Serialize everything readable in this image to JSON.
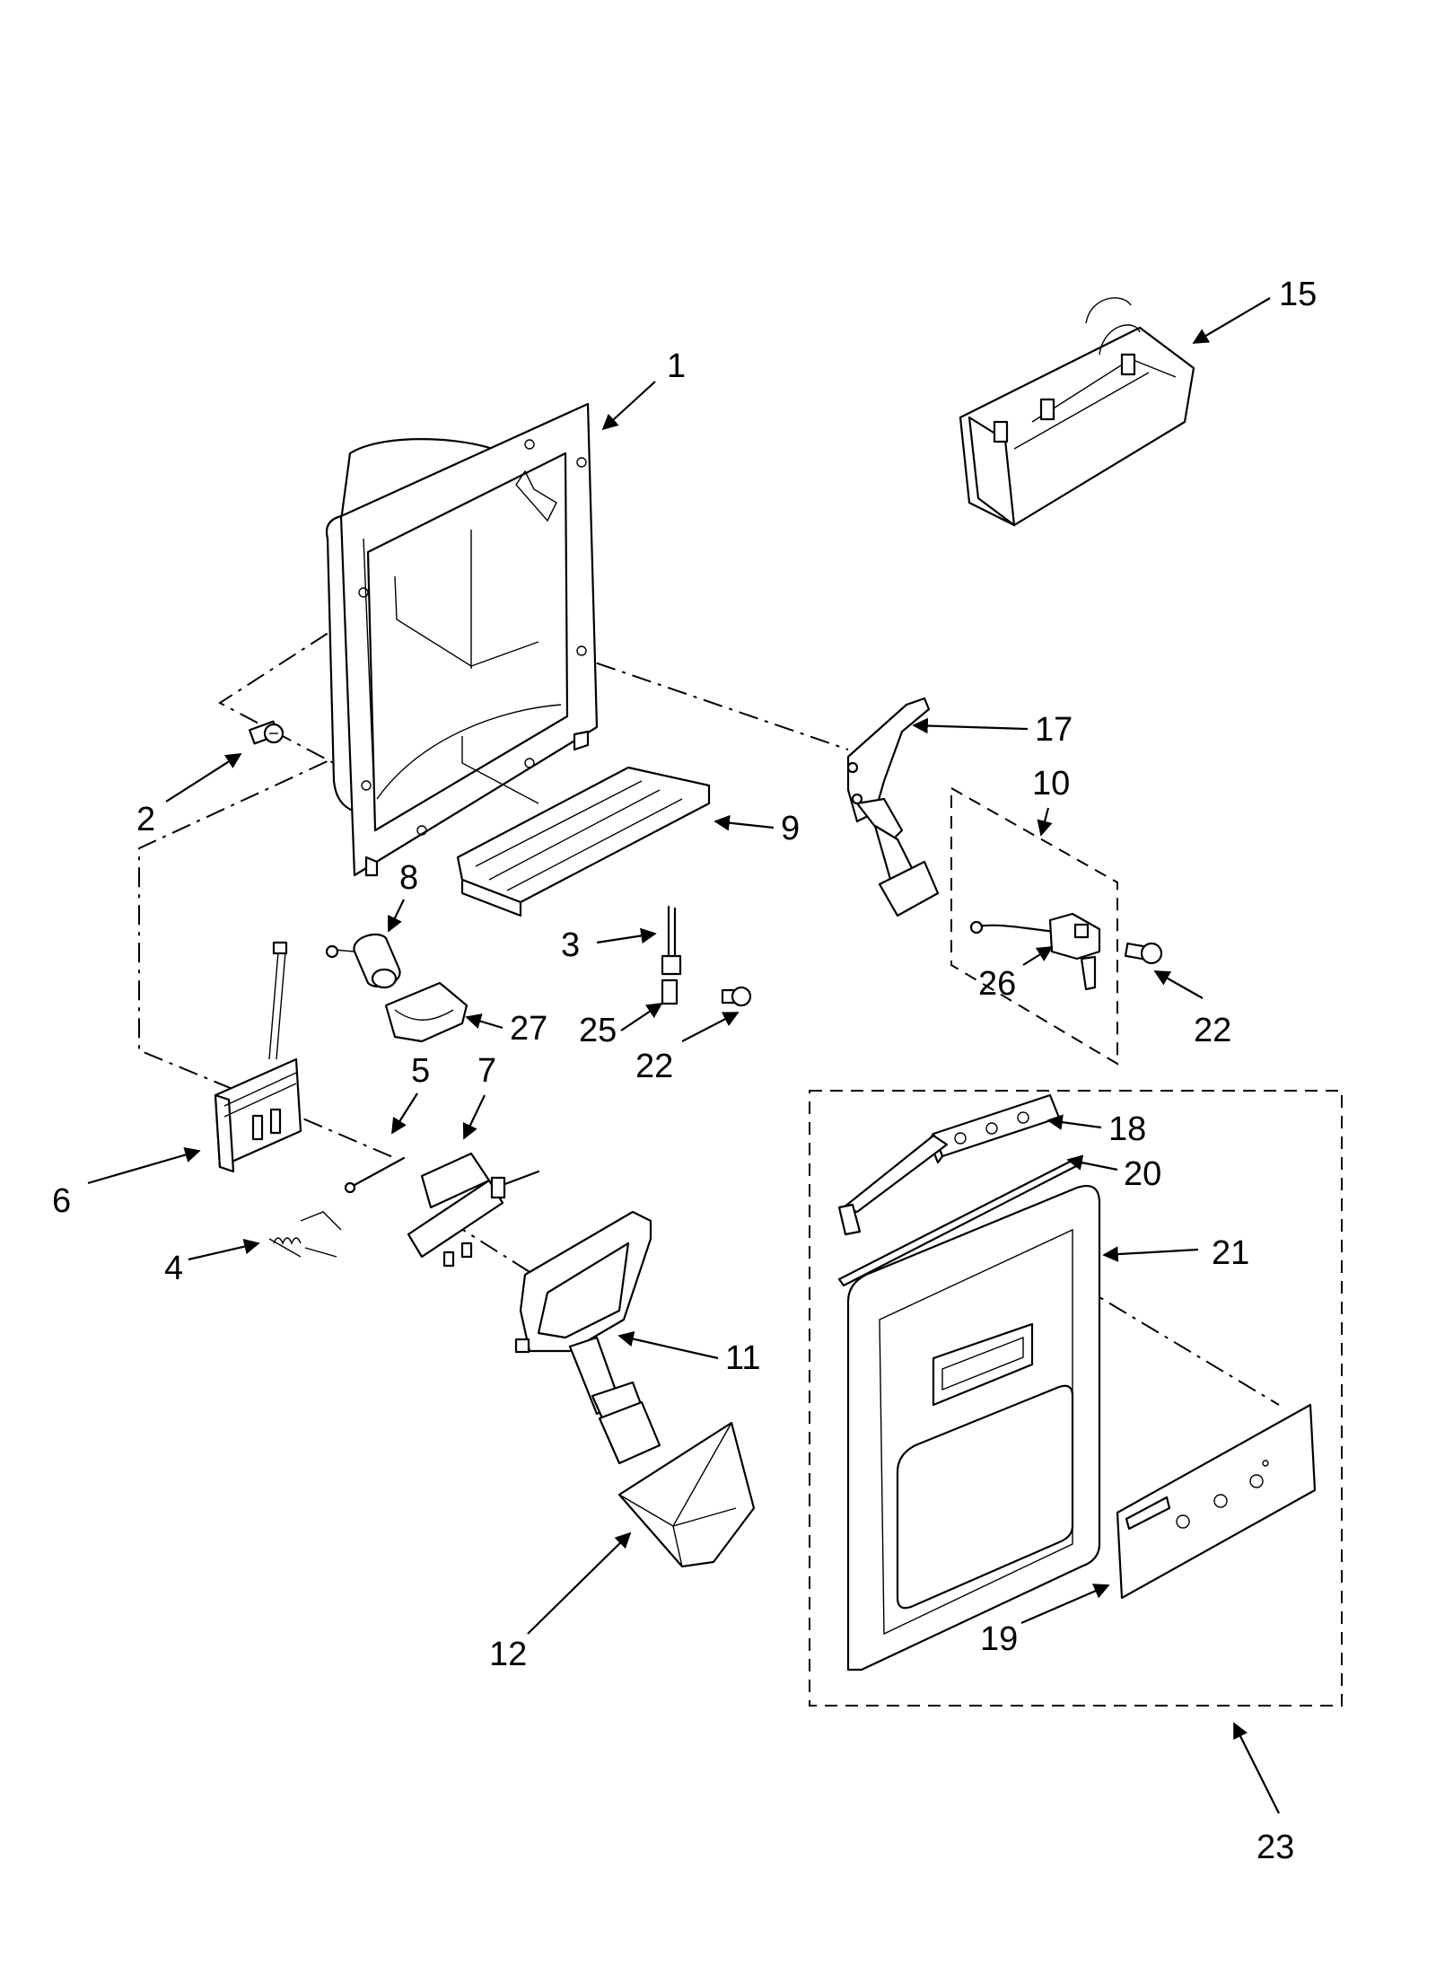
{
  "callouts": [
    {
      "id": "1",
      "label": "1"
    },
    {
      "id": "2",
      "label": "2"
    },
    {
      "id": "3",
      "label": "3"
    },
    {
      "id": "4",
      "label": "4"
    },
    {
      "id": "5",
      "label": "5"
    },
    {
      "id": "6",
      "label": "6"
    },
    {
      "id": "7",
      "label": "7"
    },
    {
      "id": "8",
      "label": "8"
    },
    {
      "id": "9",
      "label": "9"
    },
    {
      "id": "10",
      "label": "10"
    },
    {
      "id": "11",
      "label": "11"
    },
    {
      "id": "12",
      "label": "12"
    },
    {
      "id": "15",
      "label": "15"
    },
    {
      "id": "17",
      "label": "17"
    },
    {
      "id": "18",
      "label": "18"
    },
    {
      "id": "19",
      "label": "19"
    },
    {
      "id": "20",
      "label": "20"
    },
    {
      "id": "21",
      "label": "21"
    },
    {
      "id": "22a",
      "label": "22"
    },
    {
      "id": "22b",
      "label": "22"
    },
    {
      "id": "23",
      "label": "23"
    },
    {
      "id": "25",
      "label": "25"
    },
    {
      "id": "26",
      "label": "26"
    },
    {
      "id": "27",
      "label": "27"
    }
  ]
}
